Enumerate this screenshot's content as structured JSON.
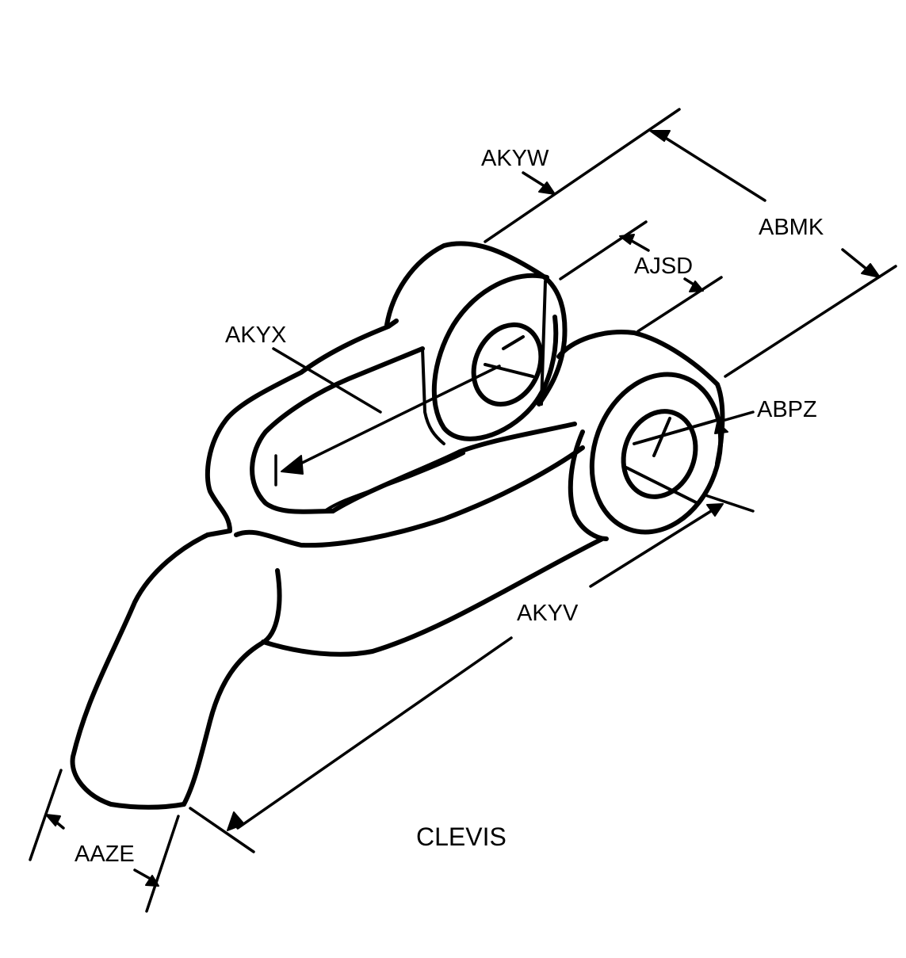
{
  "diagram": {
    "title": "CLEVIS",
    "labels": {
      "akyw": "AKYW",
      "abmk": "ABMK",
      "ajsd": "AJSD",
      "akyx": "AKYX",
      "abpz": "ABPZ",
      "akyv": "AKYV",
      "aaze": "AAZE"
    },
    "colors": {
      "line": "#000000",
      "background": "#ffffff"
    }
  }
}
